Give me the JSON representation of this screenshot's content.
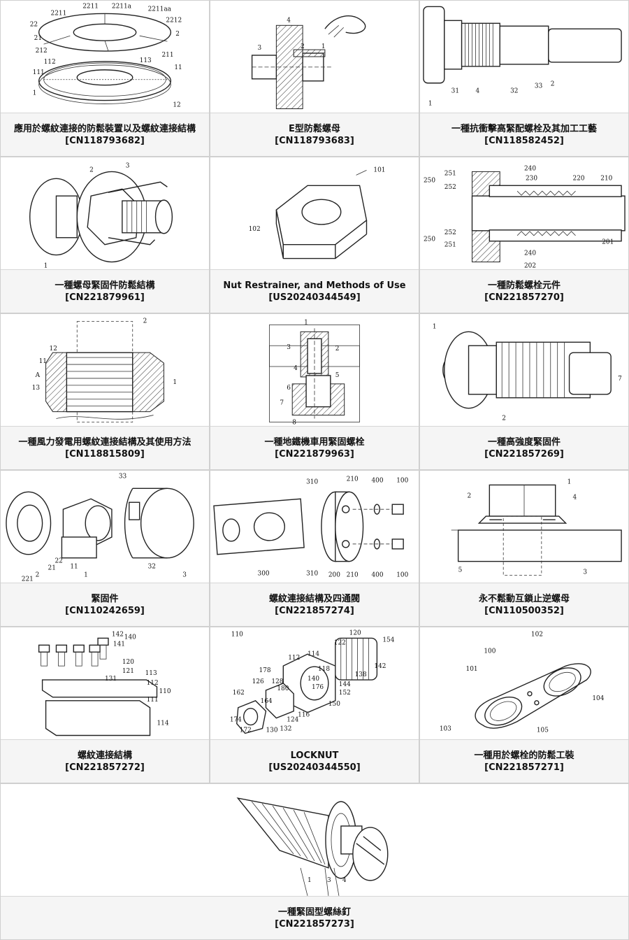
{
  "patents": [
    {
      "title": "應用於螺紋連接的防鬆裝置以及螺紋連接結構",
      "number": "[CN118793682]"
    },
    {
      "title": "E型防鬆螺母",
      "number": "[CN118793683]"
    },
    {
      "title": "一種抗衝擊高緊配螺栓及其加工工藝",
      "number": "[CN118582452]"
    },
    {
      "title": "一種螺母緊固件防鬆結構",
      "number": "[CN221879961]"
    },
    {
      "title": "Nut Restrainer, and Methods of Use",
      "number": "[US20240344549]"
    },
    {
      "title": "一種防鬆螺栓元件",
      "number": "[CN221857270]"
    },
    {
      "title": "一種風力發電用螺紋連接結構及其使用方法",
      "number": "[CN118815809]"
    },
    {
      "title": "一種地鐵機車用緊固螺栓",
      "number": "[CN221879963]"
    },
    {
      "title": "一種高強度緊固件",
      "number": "[CN221857269]"
    },
    {
      "title": "緊固件",
      "number": "[CN110242659]"
    },
    {
      "title": "螺紋連接結構及四通閥",
      "number": "[CN221857274]"
    },
    {
      "title": "永不鬆動互鎖止逆螺母",
      "number": "[CN110500352]"
    },
    {
      "title": "螺紋連接結構",
      "number": "[CN221857272]"
    },
    {
      "title": "LOCKNUT",
      "number": "[US20240344550]"
    },
    {
      "title": "一種用於螺栓的防鬆工裝",
      "number": "[CN221857271]"
    },
    {
      "title": "一種緊固型螺絲釘",
      "number": "[CN221857273]"
    }
  ],
  "figure_labels": {
    "p1": [
      "2211",
      "2211a",
      "2211aa",
      "2212",
      "22",
      "2",
      "21",
      "212",
      "211",
      "112",
      "113",
      "111",
      "11",
      "1",
      "12"
    ],
    "p2": [
      "4",
      "3",
      "2",
      "1"
    ],
    "p3": [
      "1",
      "31",
      "4",
      "32",
      "33",
      "2"
    ],
    "p4": [
      "2",
      "3",
      "1"
    ],
    "p5": [
      "101",
      "102"
    ],
    "p6": [
      "251",
      "252",
      "250",
      "240",
      "230",
      "220",
      "210",
      "201",
      "202"
    ],
    "p7": [
      "2",
      "12",
      "11",
      "A",
      "13",
      "1"
    ],
    "p8": [
      "1",
      "3",
      "2",
      "4",
      "5",
      "6",
      "7",
      "8"
    ],
    "p9": [
      "1",
      "2",
      "7"
    ],
    "p10": [
      "33",
      "22",
      "21",
      "2",
      "221",
      "11",
      "1",
      "32",
      "3"
    ],
    "p11": [
      "310",
      "210",
      "400",
      "100",
      "300",
      "200"
    ],
    "p12": [
      "1",
      "2",
      "4",
      "5",
      "3"
    ],
    "p13": [
      "142",
      "140",
      "141",
      "120",
      "121",
      "131",
      "113",
      "112",
      "110",
      "111",
      "114"
    ],
    "p14": [
      "110",
      "120",
      "122",
      "154",
      "112",
      "114",
      "142",
      "118",
      "138",
      "178",
      "126",
      "128",
      "180",
      "140",
      "176",
      "144",
      "152",
      "162",
      "164",
      "150",
      "124",
      "116",
      "174",
      "172",
      "132",
      "130"
    ],
    "p15": [
      "102",
      "100",
      "101",
      "104",
      "103",
      "105"
    ],
    "p16": [
      "1",
      "3",
      "4"
    ]
  }
}
